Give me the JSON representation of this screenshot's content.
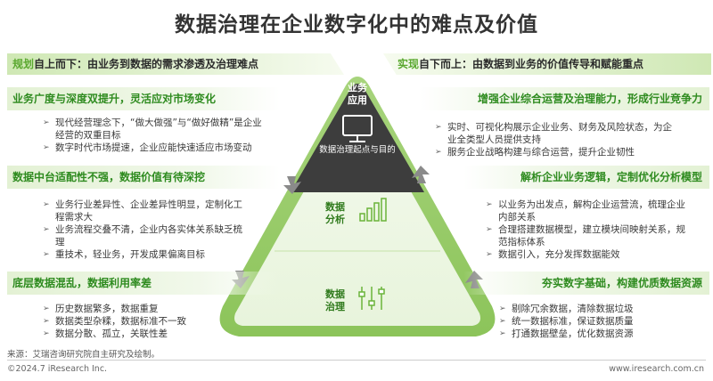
{
  "title": "数据治理在企业数字化中的难点及价值",
  "banner_left": {
    "key": "规划",
    "text": "自上而下：由业务到数据的需求渗透及治理难点"
  },
  "banner_right": {
    "key": "实现",
    "text": "自下而上：由数据到业务的价值传导和赋能重点"
  },
  "left_sections": [
    {
      "heading": "业务广度与深度双提升，灵活应对市场变化",
      "items": [
        "现代经营理念下，“做大做强”与“做好做精”是企业经营的双重目标",
        "数字时代市场提速，企业应能快速适应市场变动"
      ]
    },
    {
      "heading": "数据中台适配性不强，数据价值有待深挖",
      "items": [
        "业务行业差异性、企业差异性明显，定制化工程需求大",
        "业务流程交叠不清，企业内各实体关系缺乏梳理",
        "重技术，轻业务，开发成果偏离目标"
      ]
    },
    {
      "heading": "底层数据混乱，数据利用率差",
      "items": [
        "历史数据繁多，数据重复",
        "数据类型杂糅，数据标准不一致",
        "数据分散、孤立，关联性差"
      ]
    }
  ],
  "right_sections": [
    {
      "heading": "增强企业综合运营及治理能力，形成行业竞争力",
      "items": [
        "实时、可视化构展示企业业务、财务及风险状态，为企业全类型人员提供支持",
        "服务企业战略构建与综合运营，提升企业韧性"
      ]
    },
    {
      "heading": "解析企业业务逻辑，定制优化分析模型",
      "items": [
        "以业务为出发点，解构企业运营流，梳理企业内部关系",
        "合理搭建数据模型，建立模块间映射关系，规范指标体系",
        "数据引入，充分发挥数据能效"
      ]
    },
    {
      "heading": "夯实数字基础，构建优质数据资源",
      "items": [
        "剔除冗余数据，清除数据垃圾",
        "统一数据标准，保证数据质量",
        "打通数据壁垒，优化数据资源"
      ]
    }
  ],
  "pyramid": {
    "apex_label": "业务\n应用",
    "apex_caption": "数据治理起点与目的",
    "middle_label": "数据\n分析",
    "bottom_label": "数据\n治理"
  },
  "footer": {
    "source": "来源：艾瑞咨询研究院自主研究及绘制。",
    "copyright": "©2024.7 iResearch Inc.",
    "website": "www.iresearch.com.cn"
  },
  "colors": {
    "accent_green": "#5aa82f",
    "heading_green": "#2e8b1f",
    "apex_dark": "#3d3d3d",
    "ring_light": "#dff0cf"
  }
}
